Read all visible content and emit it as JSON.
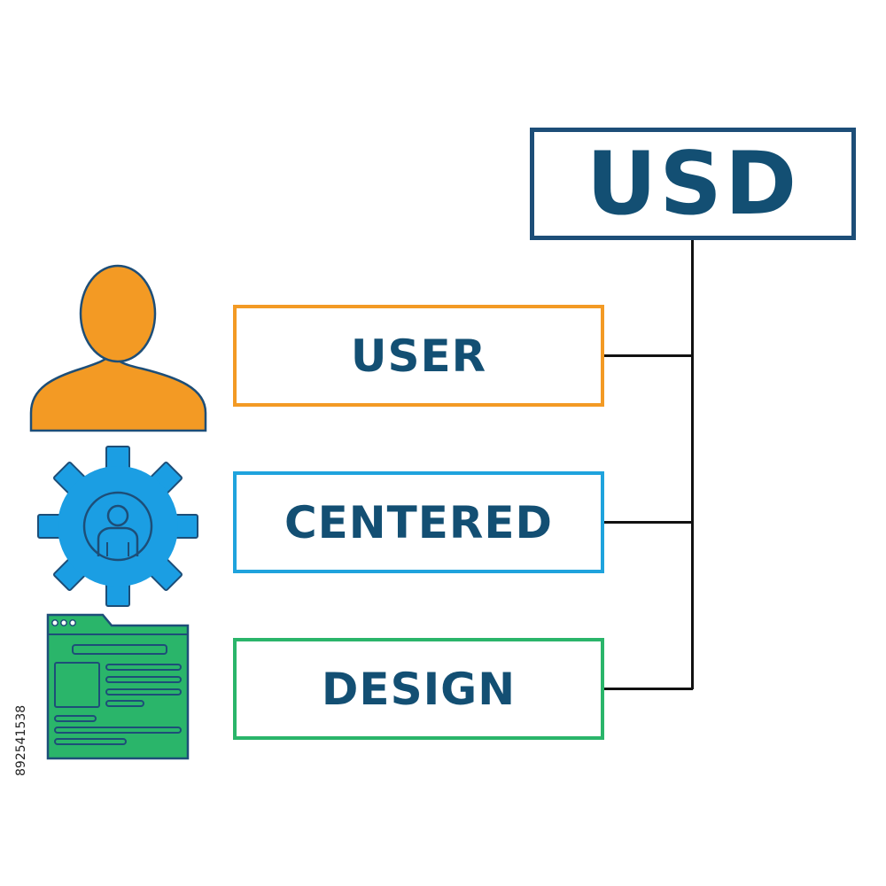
{
  "diagram": {
    "title": "USD",
    "items": [
      {
        "label": "USER",
        "color": "#f39a24",
        "icon": "person-icon"
      },
      {
        "label": "CENTERED",
        "color": "#1fa3dd",
        "icon": "gear-user-icon"
      },
      {
        "label": "DESIGN",
        "color": "#2ab56a",
        "icon": "webpage-icon"
      }
    ],
    "title_border_color": "#1d4e78",
    "text_color": "#134f73"
  },
  "watermark": {
    "stock_id": "892541538"
  }
}
